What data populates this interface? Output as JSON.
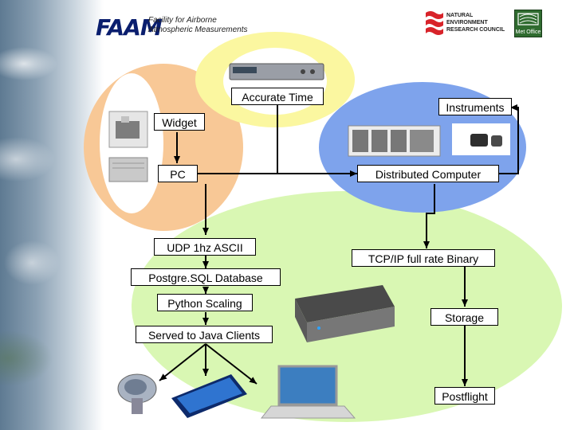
{
  "header": {
    "faam_logo": "FAAM",
    "faam_subtitle_line1": "Facility for Airborne",
    "faam_subtitle_line2": "Atmospheric Measurements",
    "nerc_line1": "NATURAL",
    "nerc_line2": "ENVIRONMENT",
    "nerc_line3": "RESEARCH COUNCIL",
    "metoffice_label": "Met Office"
  },
  "nodes": {
    "accurate_time": "Accurate Time",
    "instruments": "Instruments",
    "widget": "Widget",
    "pc": "PC",
    "distributed_computer": "Distributed Computer",
    "udp": "UDP 1hz ASCII",
    "tcp": "TCP/IP full rate Binary",
    "postgres": "Postgre.SQL Database",
    "python": "Python Scaling",
    "served": "Served to Java Clients",
    "storage": "Storage",
    "postflight": "Postflight"
  },
  "colors": {
    "yellow_ellipse": "#fbf7a0",
    "orange_ellipse": "#f8c896",
    "blue_ellipse": "#7ea3ec",
    "green_ellipse": "#d9f7b3"
  }
}
